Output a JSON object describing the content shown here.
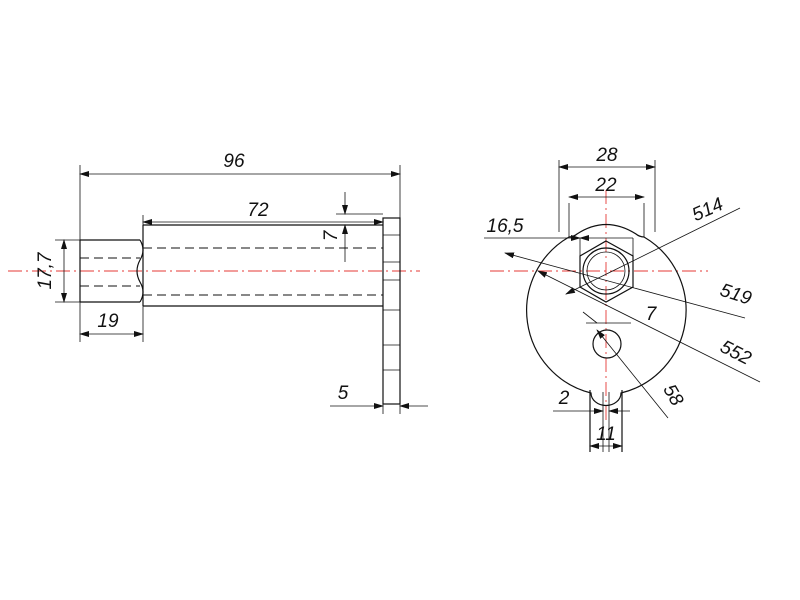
{
  "side_view": {
    "dims": {
      "overall_length": "96",
      "shaft_length": "72",
      "flat_depth": "7",
      "diameter": "17,7",
      "stub_length": "19",
      "plate_thickness": "5"
    }
  },
  "front_view": {
    "dims": {
      "outer_width": "28",
      "inner_width": "22",
      "hex_size": "16,5",
      "ref_514": "514",
      "ref_519": "519",
      "ref_552": "552",
      "pin_offset": "7",
      "ref_58": "58",
      "slot_gap": "2",
      "slot_width": "11"
    }
  },
  "colors": {
    "line": "#111111",
    "centerline": "#e53935",
    "background": "#ffffff"
  }
}
